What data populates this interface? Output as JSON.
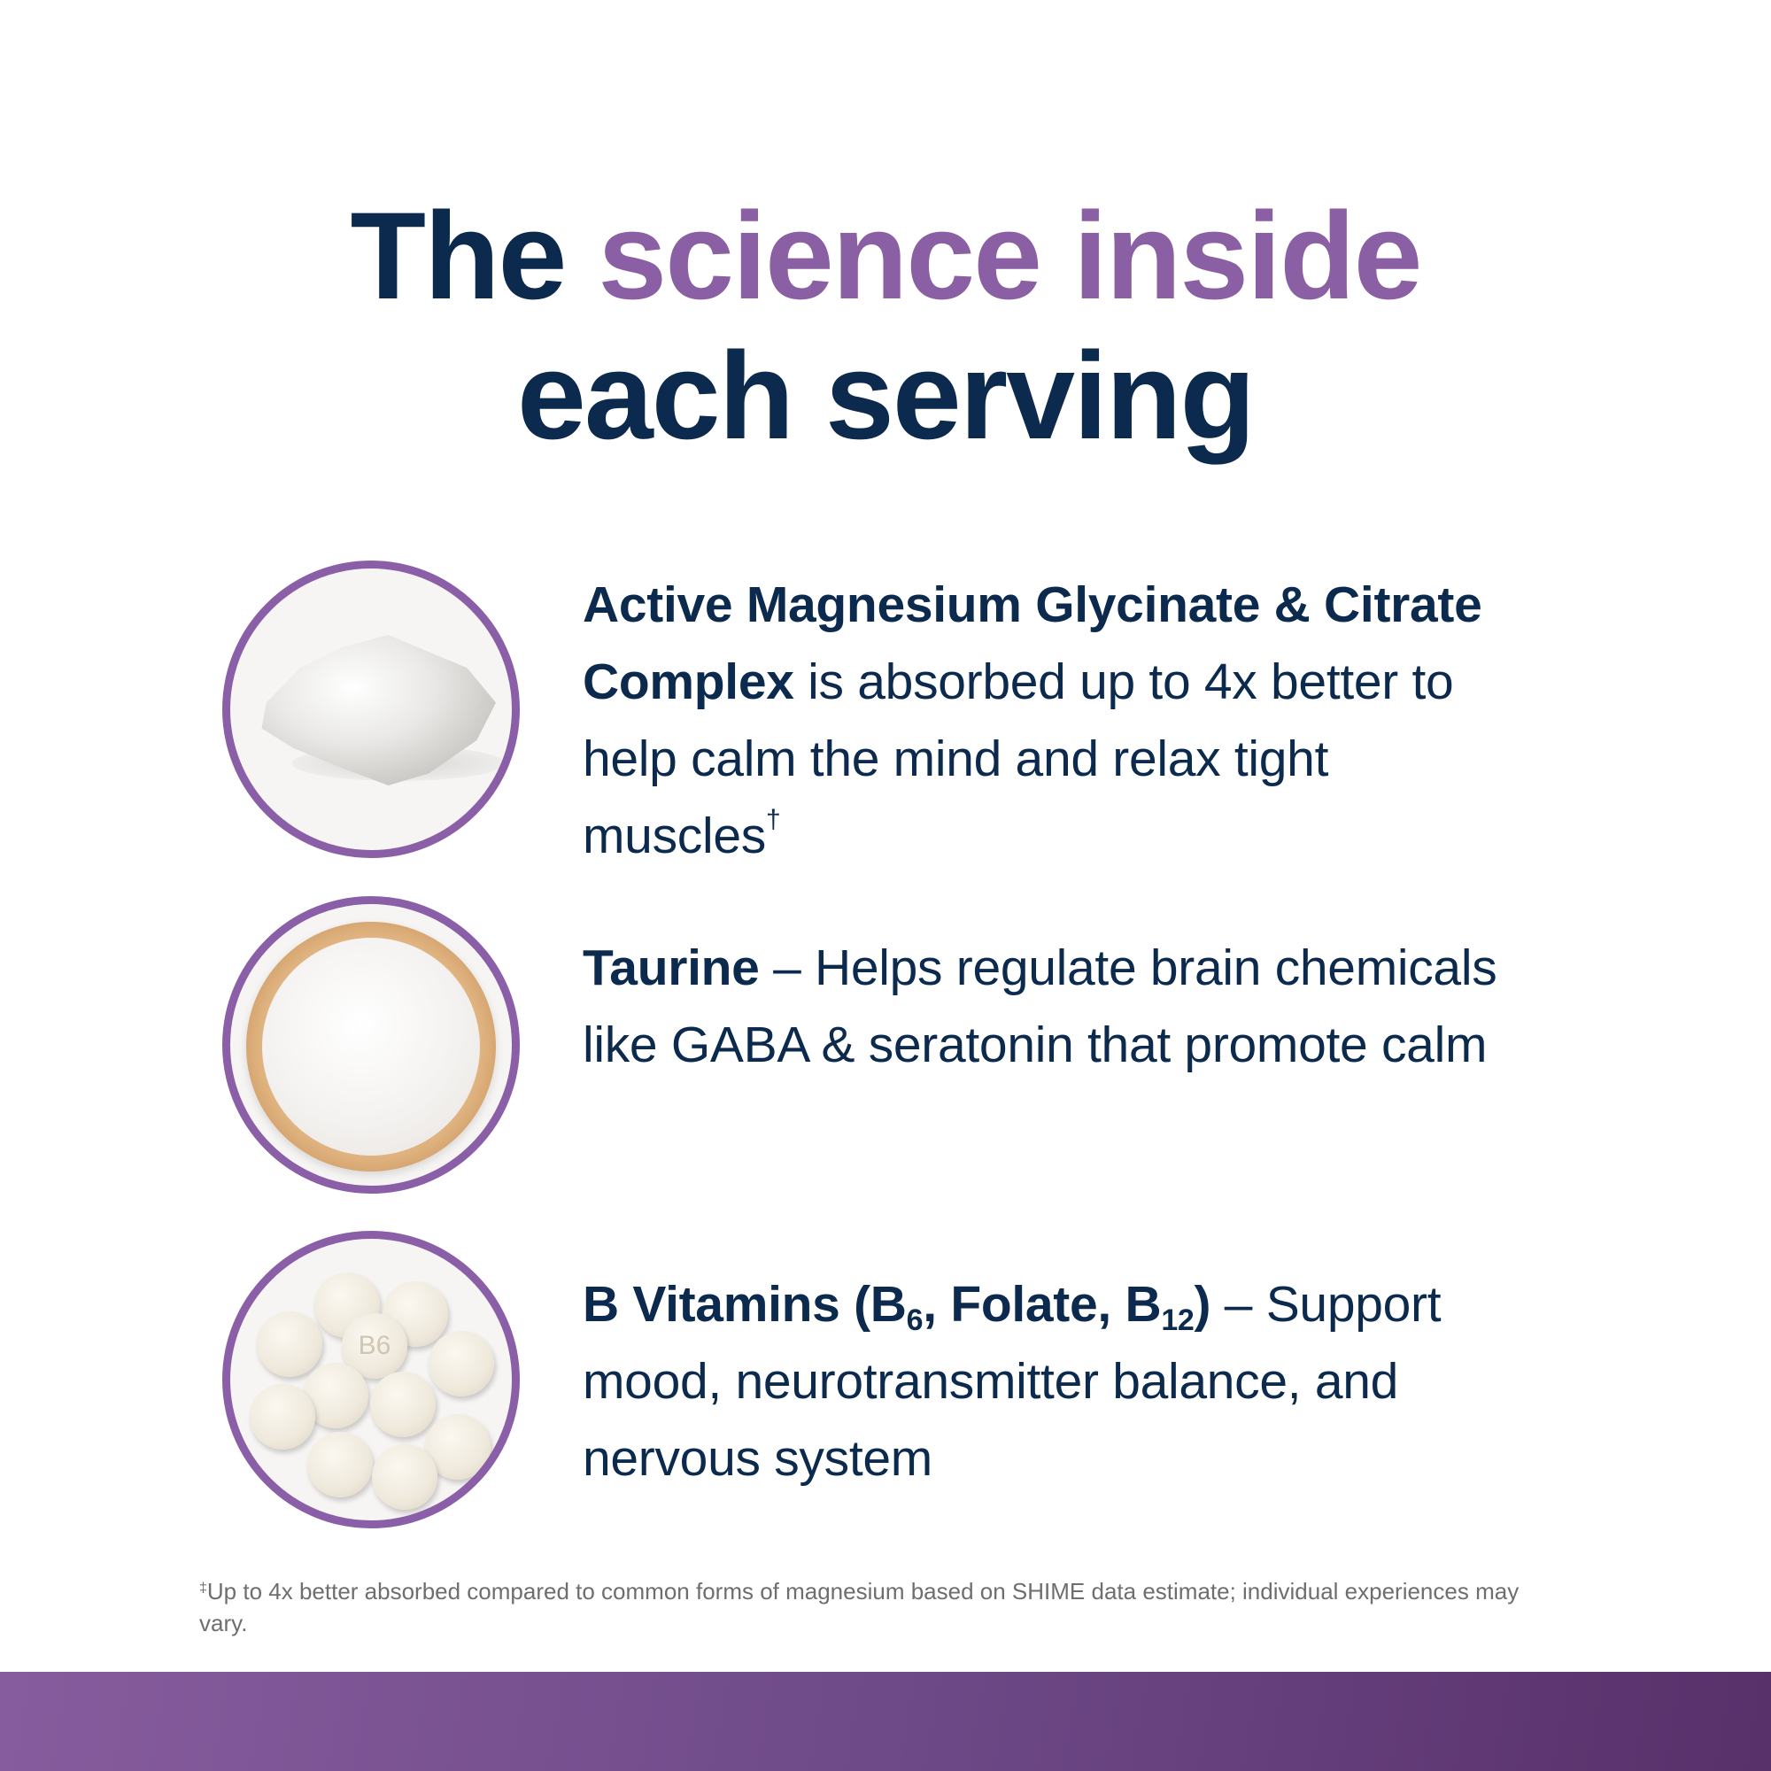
{
  "title": {
    "part1": "The ",
    "part2_accent": "science inside",
    "line2": "each serving"
  },
  "colors": {
    "navy": "#0b2a4e",
    "purple_accent": "#8a5fa3",
    "circle_ring": "#8a5fa8",
    "footnote_gray": "#6e6e6e",
    "bar_gradient_start": "#875c9e",
    "bar_gradient_end": "#58306a"
  },
  "items": [
    {
      "image": "magnesium-rock-image",
      "bold": "Active Magnesium Glycinate & Citrate Complex",
      "text": " is absorbed up to 4x better to help calm the mind and relax tight muscles",
      "superscript": "†"
    },
    {
      "image": "taurine-powder-bowl-image",
      "bold": "Taurine",
      "text": " – Helps regulate brain chemicals like GABA & seratonin that promote calm"
    },
    {
      "image": "b-vitamin-tablets-image",
      "bold_prefix": "B Vitamins (B",
      "sub1": "6",
      "bold_mid": ", Folate, B",
      "sub2": "12",
      "bold_suffix": ")",
      "text": " – Support mood, neurotransmitter balance, and nervous system",
      "tablet_label": "B6"
    }
  ],
  "footnote": {
    "mark": "‡",
    "text": "Up to 4x better absorbed compared to common forms of magnesium based on SHIME data estimate; individual experiences may vary."
  }
}
